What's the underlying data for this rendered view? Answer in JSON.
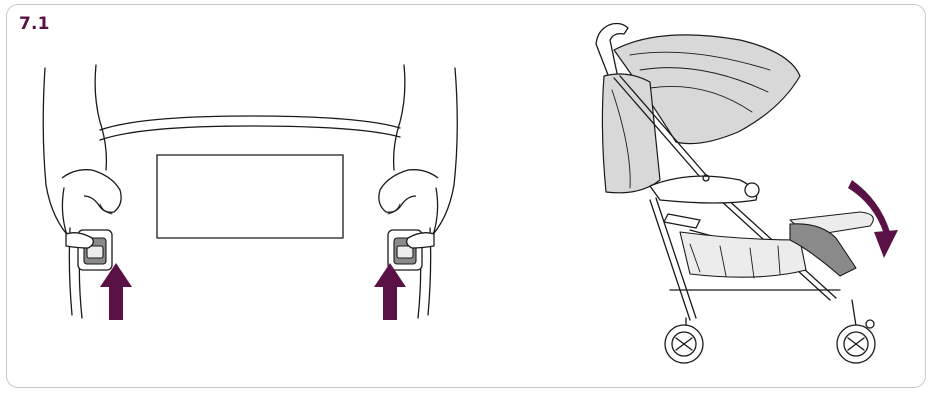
{
  "step": {
    "label": "7.1"
  },
  "colors": {
    "accent": "#5a1246",
    "frame": "#c9c9c9",
    "ink": "#1a1a1a"
  },
  "illustrations": {
    "left": {
      "icon": "hands-pressing-release-buttons-illustration",
      "arrows": [
        "up-arrow",
        "up-arrow"
      ]
    },
    "right": {
      "icon": "stroller-folding-illustration",
      "arrows": [
        "curved-down-arrow"
      ]
    }
  }
}
